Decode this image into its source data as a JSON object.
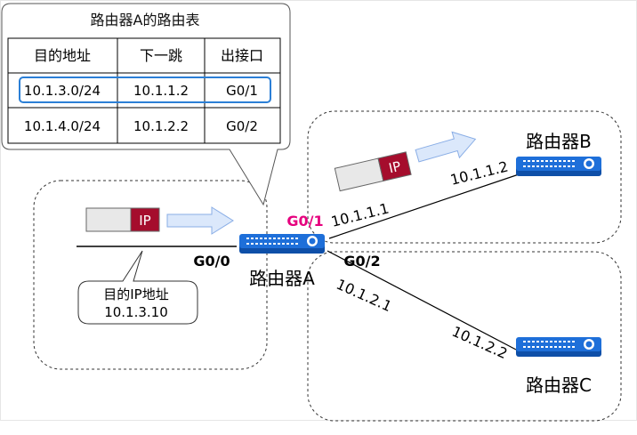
{
  "callout": {
    "title": "路由器A的路由表",
    "headers": [
      "目的地址",
      "下一跳",
      "出接口"
    ],
    "rows": [
      [
        "10.1.3.0/24",
        "10.1.1.2",
        "G0/1"
      ],
      [
        "10.1.4.0/24",
        "10.1.2.2",
        "G0/2"
      ]
    ]
  },
  "packets": {
    "label": "IP"
  },
  "bubble": {
    "line1": "目的IP地址",
    "line2": "10.1.3.10"
  },
  "routers": {
    "a": {
      "name": "路由器A",
      "if0": "G0/0",
      "if1": "G0/1",
      "if2": "G0/2"
    },
    "b": {
      "name": "路由器B"
    },
    "c": {
      "name": "路由器C"
    }
  },
  "links": {
    "ab_a": "10.1.1.1",
    "ab_b": "10.1.1.2",
    "ac_a": "10.1.2.1",
    "ac_c": "10.1.2.2"
  },
  "colors": {
    "router": "#1e6fd9",
    "router_dark": "#0e4fa8",
    "ip_box": "#a50d2d",
    "arrow_fill": "#dbe8fb",
    "arrow_stroke": "#8aaee6",
    "highlight": "#2b7fd6",
    "g01": "#e6007e"
  },
  "icons": [
    "router-icon",
    "ip-packet-icon",
    "arrow-right-icon"
  ]
}
